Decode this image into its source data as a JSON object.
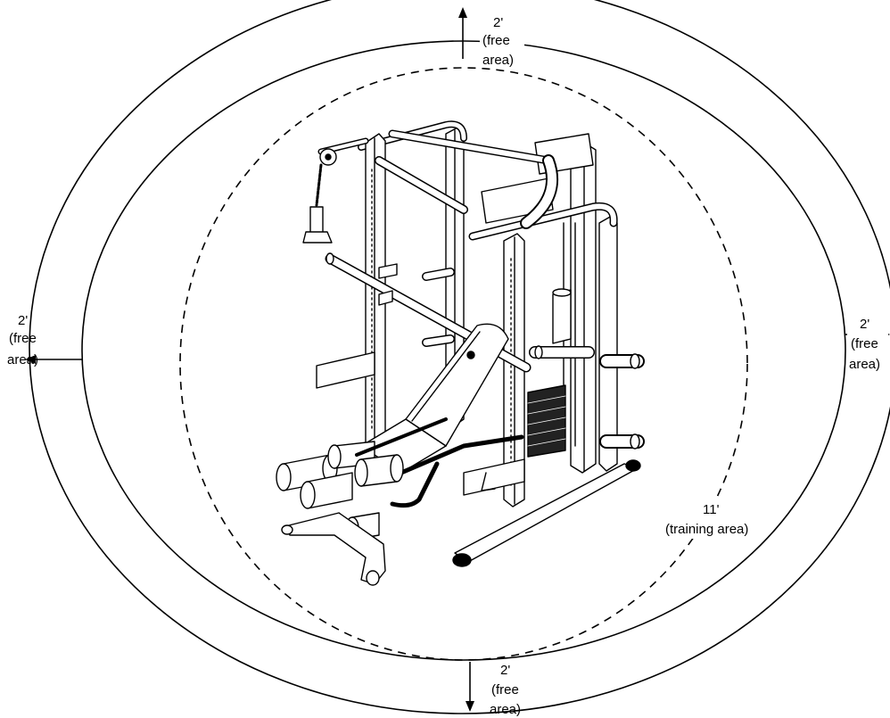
{
  "labels": {
    "top": {
      "dim": "2'",
      "line1": "(free",
      "line2": "area)"
    },
    "left": {
      "dim": "2'",
      "line1": "(free",
      "line2": "area)"
    },
    "right": {
      "dim": "2'",
      "line1": "(free",
      "line2": "area)"
    },
    "bottom": {
      "dim": "2'",
      "line1": "(free",
      "line2": "area)"
    },
    "training": {
      "dim": "11'",
      "line1": "(training area)"
    }
  }
}
